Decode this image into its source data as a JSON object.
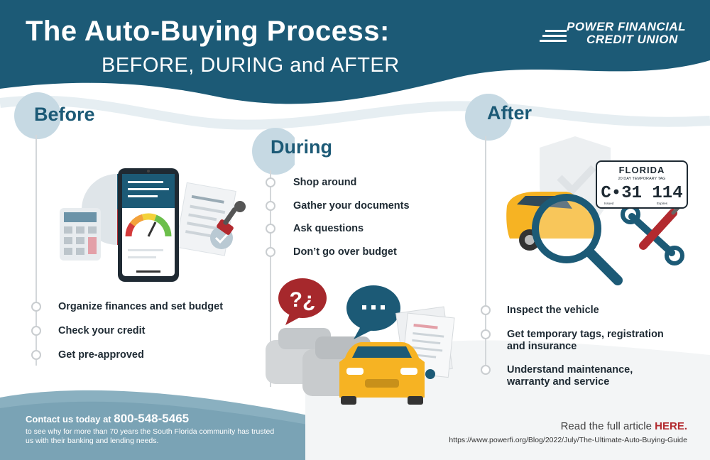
{
  "header": {
    "title": "The Auto-Buying Process:",
    "subtitle": "BEFORE, DURING and AFTER",
    "logo_line1": "POWER FINANCIAL",
    "logo_line2": "CREDIT UNION"
  },
  "phases": {
    "before": {
      "label": "Before",
      "steps": [
        "Organize finances and set budget",
        "Check your credit",
        "Get pre-approved"
      ]
    },
    "during": {
      "label": "During",
      "steps": [
        "Shop around",
        "Gather your documents",
        "Ask questions",
        "Don’t go over budget"
      ]
    },
    "after": {
      "label": "After",
      "steps": [
        "Inspect the vehicle",
        "Get temporary tags, registration",
        "and insurance",
        "Understand maintenance,",
        "warranty and service"
      ]
    }
  },
  "plate": {
    "state": "FLORIDA",
    "caption": "20 DAY TEMPORARY TAG",
    "number": "C•31 114",
    "issued": "Issued",
    "expires": "Expires"
  },
  "bubble": {
    "question": "?¿"
  },
  "footer": {
    "contact_prefix": "Contact us today at ",
    "contact_phone": "800-548-5465",
    "contact_sub": "to see why for more than 70 years the South Florida community has trusted us with their banking and lending needs.",
    "read_prefix": "Read the full article ",
    "read_link": "HERE.",
    "url": "https://www.powerfi.org/Blog/2022/July/The-Ultimate-Auto-Buying-Guide"
  },
  "colors": {
    "primary": "#1c5a76",
    "light_blue": "#c6d9e3",
    "accent_red": "#b22a2f",
    "car_yellow": "#f6b323"
  }
}
